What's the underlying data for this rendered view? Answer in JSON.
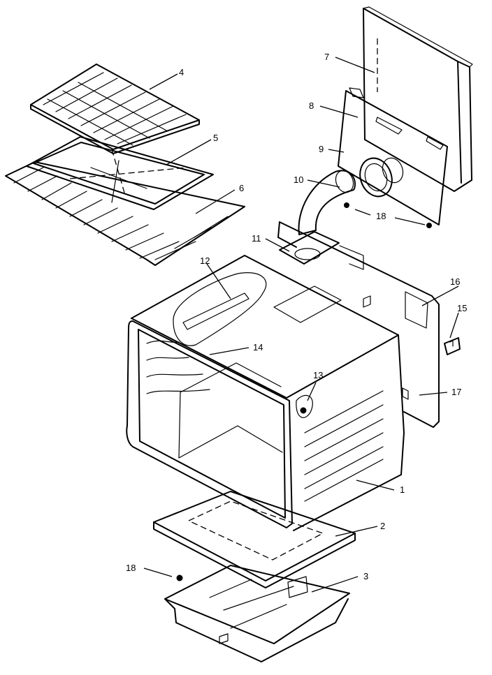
{
  "callouts": [
    {
      "id": "callout-1",
      "label": "1"
    },
    {
      "id": "callout-2",
      "label": "2"
    },
    {
      "id": "callout-3",
      "label": "3"
    },
    {
      "id": "callout-4",
      "label": "4"
    },
    {
      "id": "callout-5",
      "label": "5"
    },
    {
      "id": "callout-6",
      "label": "6"
    },
    {
      "id": "callout-7",
      "label": "7"
    },
    {
      "id": "callout-8",
      "label": "8"
    },
    {
      "id": "callout-9",
      "label": "9"
    },
    {
      "id": "callout-10",
      "label": "10"
    },
    {
      "id": "callout-11",
      "label": "11"
    },
    {
      "id": "callout-12",
      "label": "12"
    },
    {
      "id": "callout-13",
      "label": "13"
    },
    {
      "id": "callout-14",
      "label": "14"
    },
    {
      "id": "callout-15",
      "label": "15"
    },
    {
      "id": "callout-16",
      "label": "16"
    },
    {
      "id": "callout-17",
      "label": "17"
    },
    {
      "id": "callout-18a",
      "label": "18"
    },
    {
      "id": "callout-18b",
      "label": "18"
    }
  ]
}
